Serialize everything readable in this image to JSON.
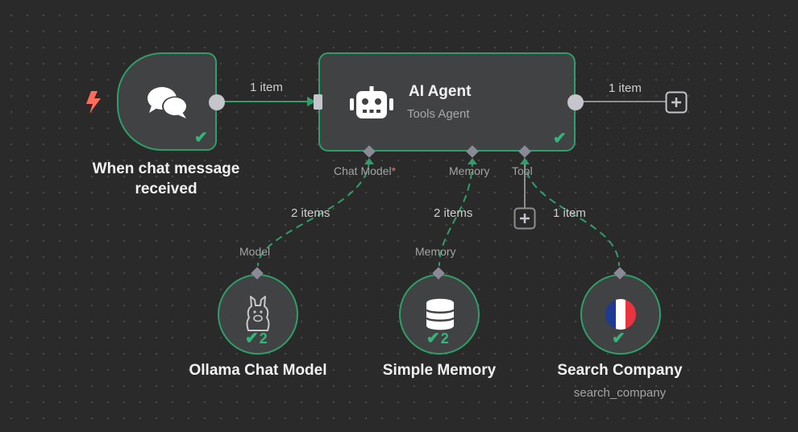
{
  "colors": {
    "canvas_bg": "#2a2a2a",
    "node_bg": "#414244",
    "success_border": "#2f9e6a",
    "success_check": "#35b57a",
    "connection_main": "#2f9e6a",
    "port_gray": "#8a8a96",
    "trigger_bolt": "#ff6d5a",
    "required_asterisk": "#ff6d5a"
  },
  "nodes": {
    "trigger": {
      "label_line1": "When chat message",
      "label_line2": "received",
      "icon": "chat-bubbles-icon",
      "status": "success"
    },
    "agent": {
      "title": "AI Agent",
      "subtitle": "Tools Agent",
      "icon": "robot-icon",
      "status": "success",
      "ports": {
        "chat_model": "Chat Model",
        "chat_model_required": "*",
        "memory": "Memory",
        "tool": "Tool"
      }
    },
    "ollama": {
      "label": "Ollama Chat Model",
      "port_label": "Model",
      "icon": "llama-icon",
      "run_count": "2",
      "status": "success"
    },
    "memory": {
      "label": "Simple Memory",
      "port_label": "Memory",
      "icon": "database-icon",
      "run_count": "2",
      "status": "success"
    },
    "search": {
      "label": "Search Company",
      "sublabel": "search_company",
      "icon": "france-flag-icon",
      "status": "success"
    }
  },
  "edges": {
    "trigger_to_agent": "1 item",
    "agent_output": "1 item",
    "model_link": "2 items",
    "memory_link": "2 items",
    "tool_link": "1 item"
  },
  "buttons": {
    "add_after_agent": "plus-icon",
    "add_tool": "plus-icon"
  }
}
